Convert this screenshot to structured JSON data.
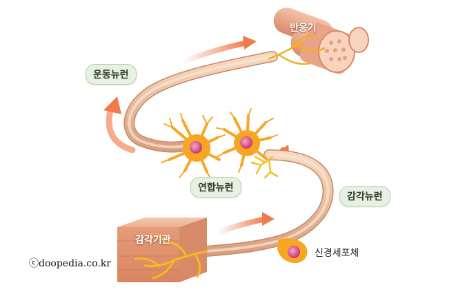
{
  "labels": {
    "effector": "반응기",
    "motor_neuron": "운동뉴런",
    "interneuron": "연합뉴런",
    "sensory_neuron": "감각뉴런",
    "sense_organ": "감각기관",
    "cell_body": "신경세포체",
    "credit": "ⓒdoopedia.co.kr"
  },
  "colors": {
    "axon": "#f2c9a6",
    "neuron": "#f6a623",
    "nucleus": "#e2508a",
    "muscle": "#e9a487",
    "arrow": "#f07a4a",
    "pill_bg": "#e6f1e1"
  }
}
